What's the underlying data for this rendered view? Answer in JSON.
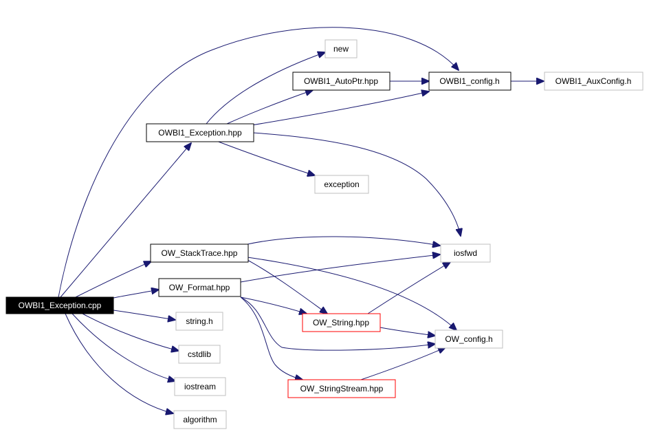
{
  "diagram": {
    "nodes": {
      "owbi1_exception_cpp": "OWBI1_Exception.cpp",
      "owbi1_exception_hpp": "OWBI1_Exception.hpp",
      "new": "new",
      "owbi1_autoptr_hpp": "OWBI1_AutoPtr.hpp",
      "owbi1_config_h": "OWBI1_config.h",
      "owbi1_auxconfig_h": "OWBI1_AuxConfig.h",
      "exception": "exception",
      "ow_stacktrace_hpp": "OW_StackTrace.hpp",
      "iosfwd": "iosfwd",
      "ow_format_hpp": "OW_Format.hpp",
      "ow_string_hpp": "OW_String.hpp",
      "ow_config_h": "OW_config.h",
      "string_h": "string.h",
      "cstdlib": "cstdlib",
      "iostream": "iostream",
      "ow_stringstream_hpp": "OW_StringStream.hpp",
      "algorithm": "algorithm"
    },
    "node_styles": {
      "owbi1_exception_cpp": "root",
      "owbi1_exception_hpp": "normal",
      "new": "external",
      "owbi1_autoptr_hpp": "normal",
      "owbi1_config_h": "normal",
      "owbi1_auxconfig_h": "external",
      "exception": "external",
      "ow_stacktrace_hpp": "normal",
      "iosfwd": "external",
      "ow_format_hpp": "normal",
      "ow_string_hpp": "red",
      "ow_config_h": "external",
      "string_h": "external",
      "cstdlib": "external",
      "iostream": "external",
      "ow_stringstream_hpp": "red",
      "algorithm": "external"
    },
    "edges": [
      [
        "owbi1_exception_cpp",
        "owbi1_exception_hpp"
      ],
      [
        "owbi1_exception_cpp",
        "owbi1_config_h"
      ],
      [
        "owbi1_exception_cpp",
        "ow_stacktrace_hpp"
      ],
      [
        "owbi1_exception_cpp",
        "ow_format_hpp"
      ],
      [
        "owbi1_exception_cpp",
        "string_h"
      ],
      [
        "owbi1_exception_cpp",
        "cstdlib"
      ],
      [
        "owbi1_exception_cpp",
        "iostream"
      ],
      [
        "owbi1_exception_cpp",
        "algorithm"
      ],
      [
        "owbi1_exception_hpp",
        "new"
      ],
      [
        "owbi1_exception_hpp",
        "owbi1_autoptr_hpp"
      ],
      [
        "owbi1_exception_hpp",
        "owbi1_config_h"
      ],
      [
        "owbi1_exception_hpp",
        "exception"
      ],
      [
        "owbi1_exception_hpp",
        "iosfwd"
      ],
      [
        "owbi1_autoptr_hpp",
        "owbi1_config_h"
      ],
      [
        "owbi1_config_h",
        "owbi1_auxconfig_h"
      ],
      [
        "ow_stacktrace_hpp",
        "iosfwd"
      ],
      [
        "ow_stacktrace_hpp",
        "ow_string_hpp"
      ],
      [
        "ow_stacktrace_hpp",
        "ow_config_h"
      ],
      [
        "ow_format_hpp",
        "iosfwd"
      ],
      [
        "ow_format_hpp",
        "ow_string_hpp"
      ],
      [
        "ow_format_hpp",
        "ow_config_h"
      ],
      [
        "ow_format_hpp",
        "ow_stringstream_hpp"
      ],
      [
        "ow_string_hpp",
        "iosfwd"
      ],
      [
        "ow_string_hpp",
        "ow_config_h"
      ],
      [
        "ow_stringstream_hpp",
        "ow_config_h"
      ]
    ]
  }
}
